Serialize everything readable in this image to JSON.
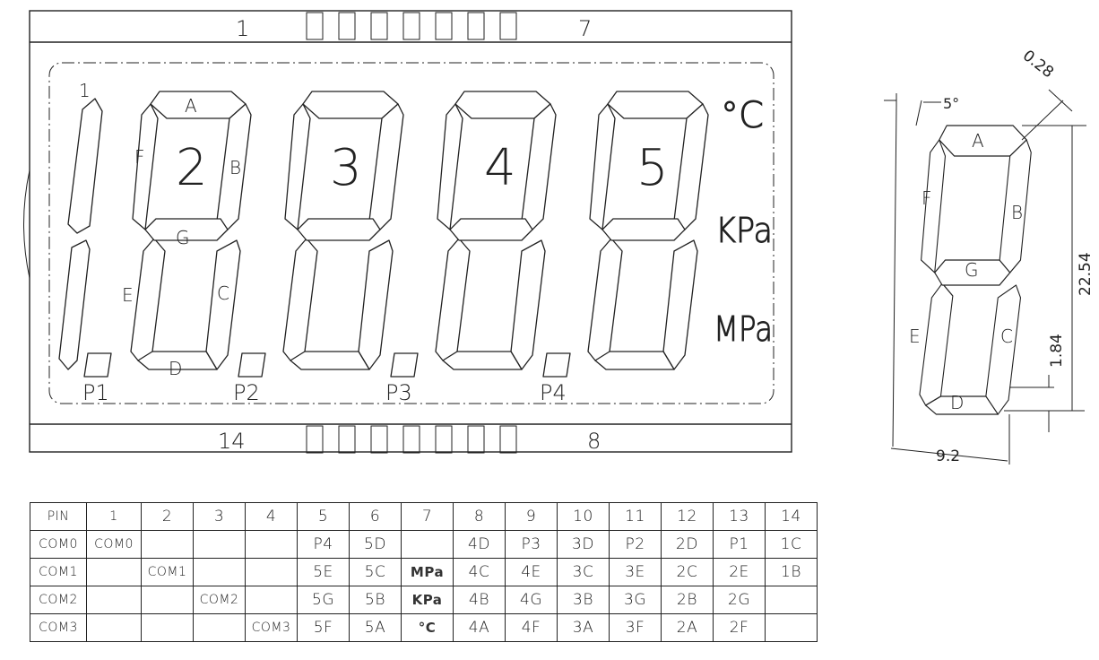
{
  "lcd": {
    "top_pin_first": "1",
    "top_pin_last": "7",
    "bottom_pin_first": "14",
    "bottom_pin_last": "8",
    "digit_labels": [
      "2",
      "3",
      "4",
      "5"
    ],
    "first_digit_label": "1",
    "segment_labels": {
      "a": "A",
      "b": "B",
      "c": "C",
      "d": "D",
      "e": "E",
      "f": "F",
      "g": "G"
    },
    "point_labels": [
      "P1",
      "P2",
      "P3",
      "P4"
    ],
    "unit_celsius": "°C",
    "unit_kpa": "KPa",
    "unit_mpa": "MPa"
  },
  "detail": {
    "angle": "5°",
    "stroke_width": "0.28",
    "height": "22.54",
    "gap": "1.84",
    "width": "9.2",
    "segment_labels": {
      "a": "A",
      "b": "B",
      "c": "C",
      "d": "D",
      "e": "E",
      "f": "F",
      "g": "G"
    }
  },
  "pin_table": {
    "header": [
      "PIN",
      "1",
      "2",
      "3",
      "4",
      "5",
      "6",
      "7",
      "8",
      "9",
      "10",
      "11",
      "12",
      "13",
      "14"
    ],
    "rows": [
      [
        "COM0",
        "COM0",
        "",
        "",
        "",
        "P4",
        "5D",
        "",
        "4D",
        "P3",
        "3D",
        "P2",
        "2D",
        "P1",
        "1C"
      ],
      [
        "COM1",
        "",
        "COM1",
        "",
        "",
        "5E",
        "5C",
        "MPa",
        "4C",
        "4E",
        "3C",
        "3E",
        "2C",
        "2E",
        "1B"
      ],
      [
        "COM2",
        "",
        "",
        "COM2",
        "",
        "5G",
        "5B",
        "KPa",
        "4B",
        "4G",
        "3B",
        "3G",
        "2B",
        "2G",
        ""
      ],
      [
        "COM3",
        "",
        "",
        "",
        "COM3",
        "5F",
        "5A",
        "°C",
        "4A",
        "4F",
        "3A",
        "3F",
        "2A",
        "2F",
        ""
      ]
    ]
  }
}
